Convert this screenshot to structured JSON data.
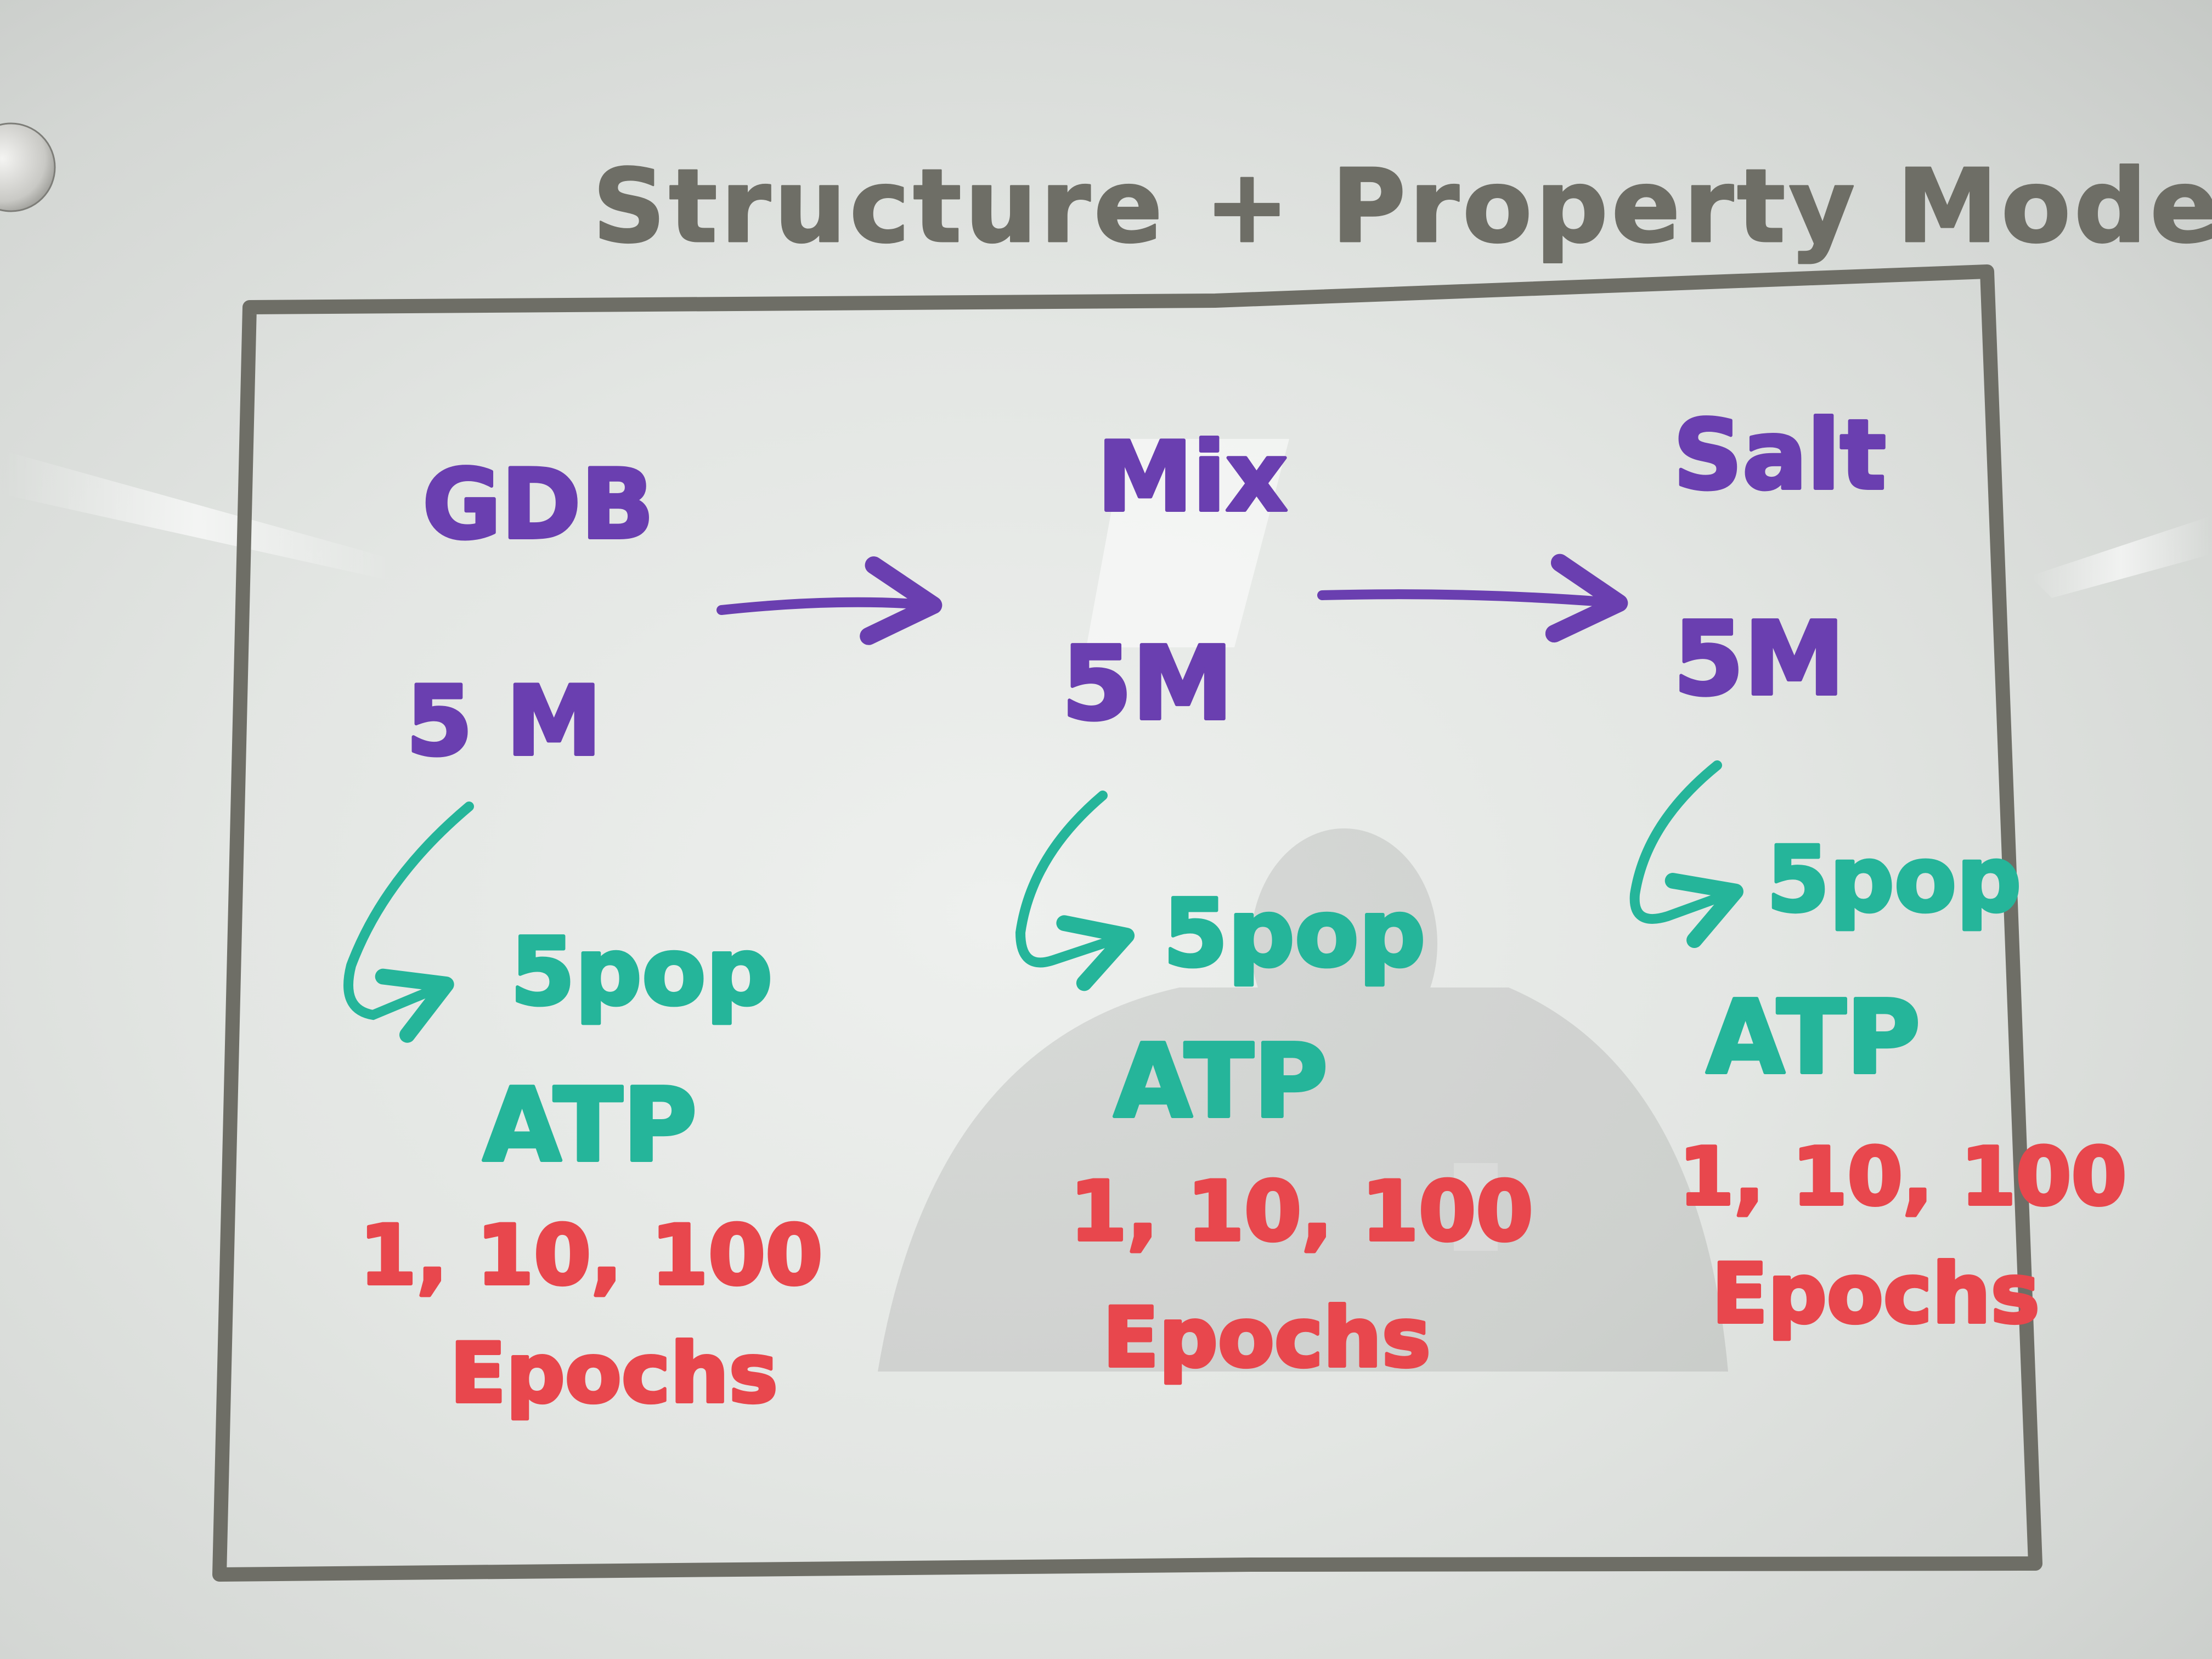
{
  "board": {
    "title": "Structure + Property Modeling"
  },
  "columns": [
    {
      "name": "GDB",
      "size": "5 M",
      "sample": "5pop",
      "method": "ATP",
      "epochs_values": "1, 10, 100",
      "epochs_label": "Epochs"
    },
    {
      "name": "Mix",
      "size": "5M",
      "sample": "5pop",
      "method": "ATP",
      "epochs_values": "1, 10, 100",
      "epochs_label": "Epochs"
    },
    {
      "name": "Salt",
      "size": "5M",
      "sample": "5pop",
      "method": "ATP",
      "epochs_values": "1, 10, 100",
      "epochs_label": "Epochs"
    }
  ],
  "colors": {
    "purple_marker": "#6a3fb0",
    "teal_marker": "#25b59a",
    "red_marker": "#e8474d",
    "grey_marker": "#6e6e66",
    "board_white": "#e6e9e6"
  }
}
